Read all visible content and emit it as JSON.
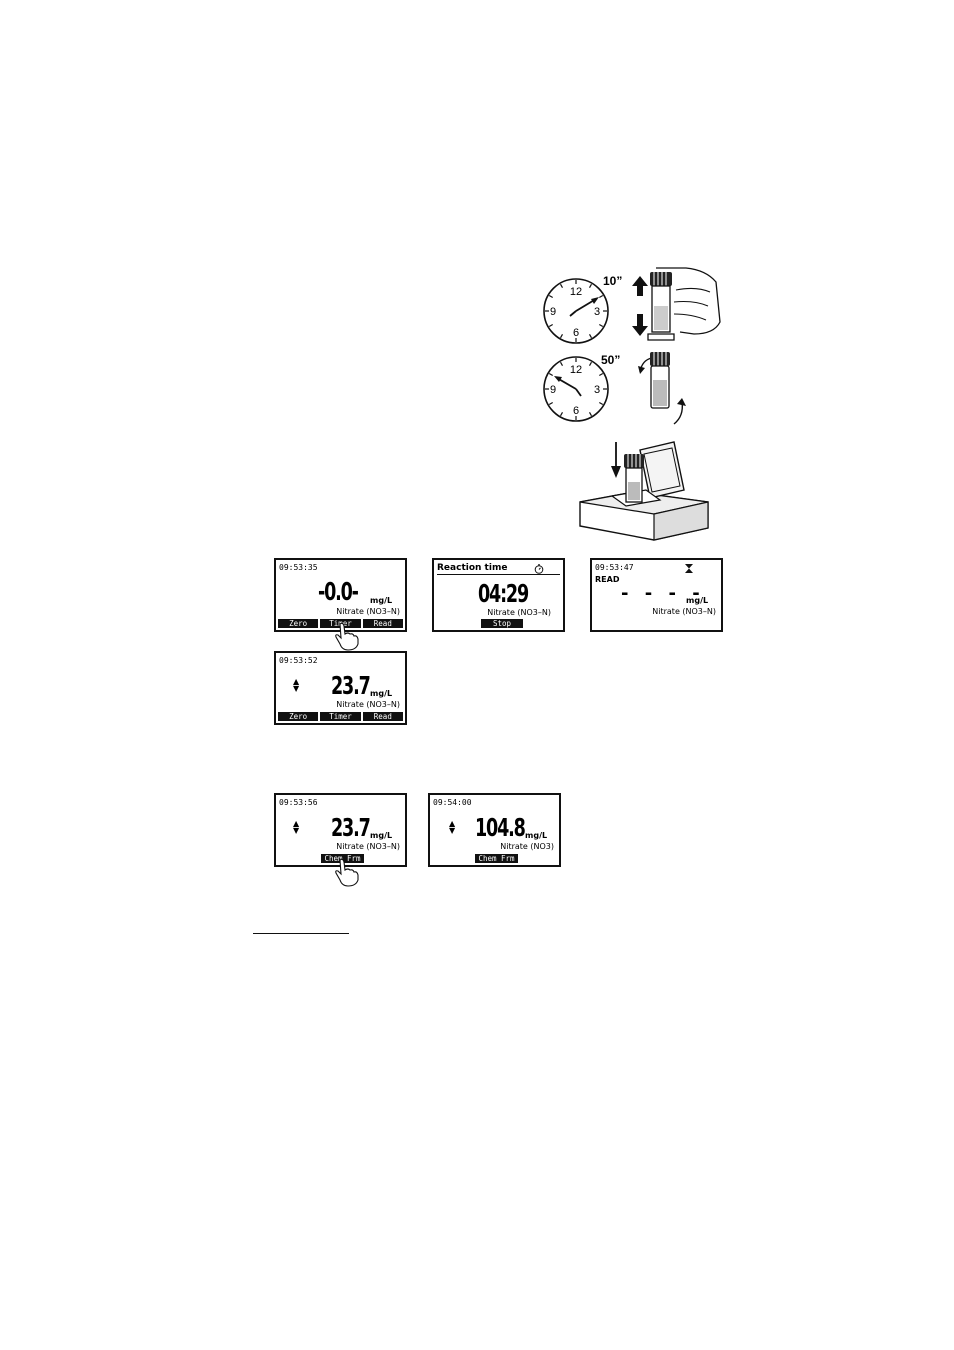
{
  "clock_top": {
    "label": "10”",
    "numbers": [
      "12",
      "3",
      "6",
      "9"
    ]
  },
  "clock_bottom": {
    "label": "50”",
    "numbers": [
      "12",
      "3",
      "6",
      "9"
    ]
  },
  "screen1": {
    "time": "09:53:35",
    "value": "-0.0-",
    "unit": "mg/L",
    "param": "Nitrate (NO3–N)",
    "keys": [
      "Zero",
      "Timer",
      "Read"
    ]
  },
  "screen2": {
    "header": "Reaction time",
    "value": "04:29",
    "param": "Nitrate (NO3–N)",
    "key": "Stop"
  },
  "screen3": {
    "time": "09:53:47",
    "status": "READ",
    "value": "- - - -",
    "unit": "mg/L",
    "param": "Nitrate (NO3–N)"
  },
  "screen4": {
    "time": "09:53:52",
    "value": "23.7",
    "unit": "mg/L",
    "param": "Nitrate (NO3–N)",
    "keys": [
      "Zero",
      "Timer",
      "Read"
    ]
  },
  "screen5": {
    "time": "09:53:56",
    "value": "23.7",
    "unit": "mg/L",
    "param": "Nitrate (NO3–N)",
    "key": "Chem Frm"
  },
  "screen6": {
    "time": "09:54:00",
    "value": "104.8",
    "unit": "mg/L",
    "param": "Nitrate (NO3)",
    "key": "Chem Frm"
  }
}
